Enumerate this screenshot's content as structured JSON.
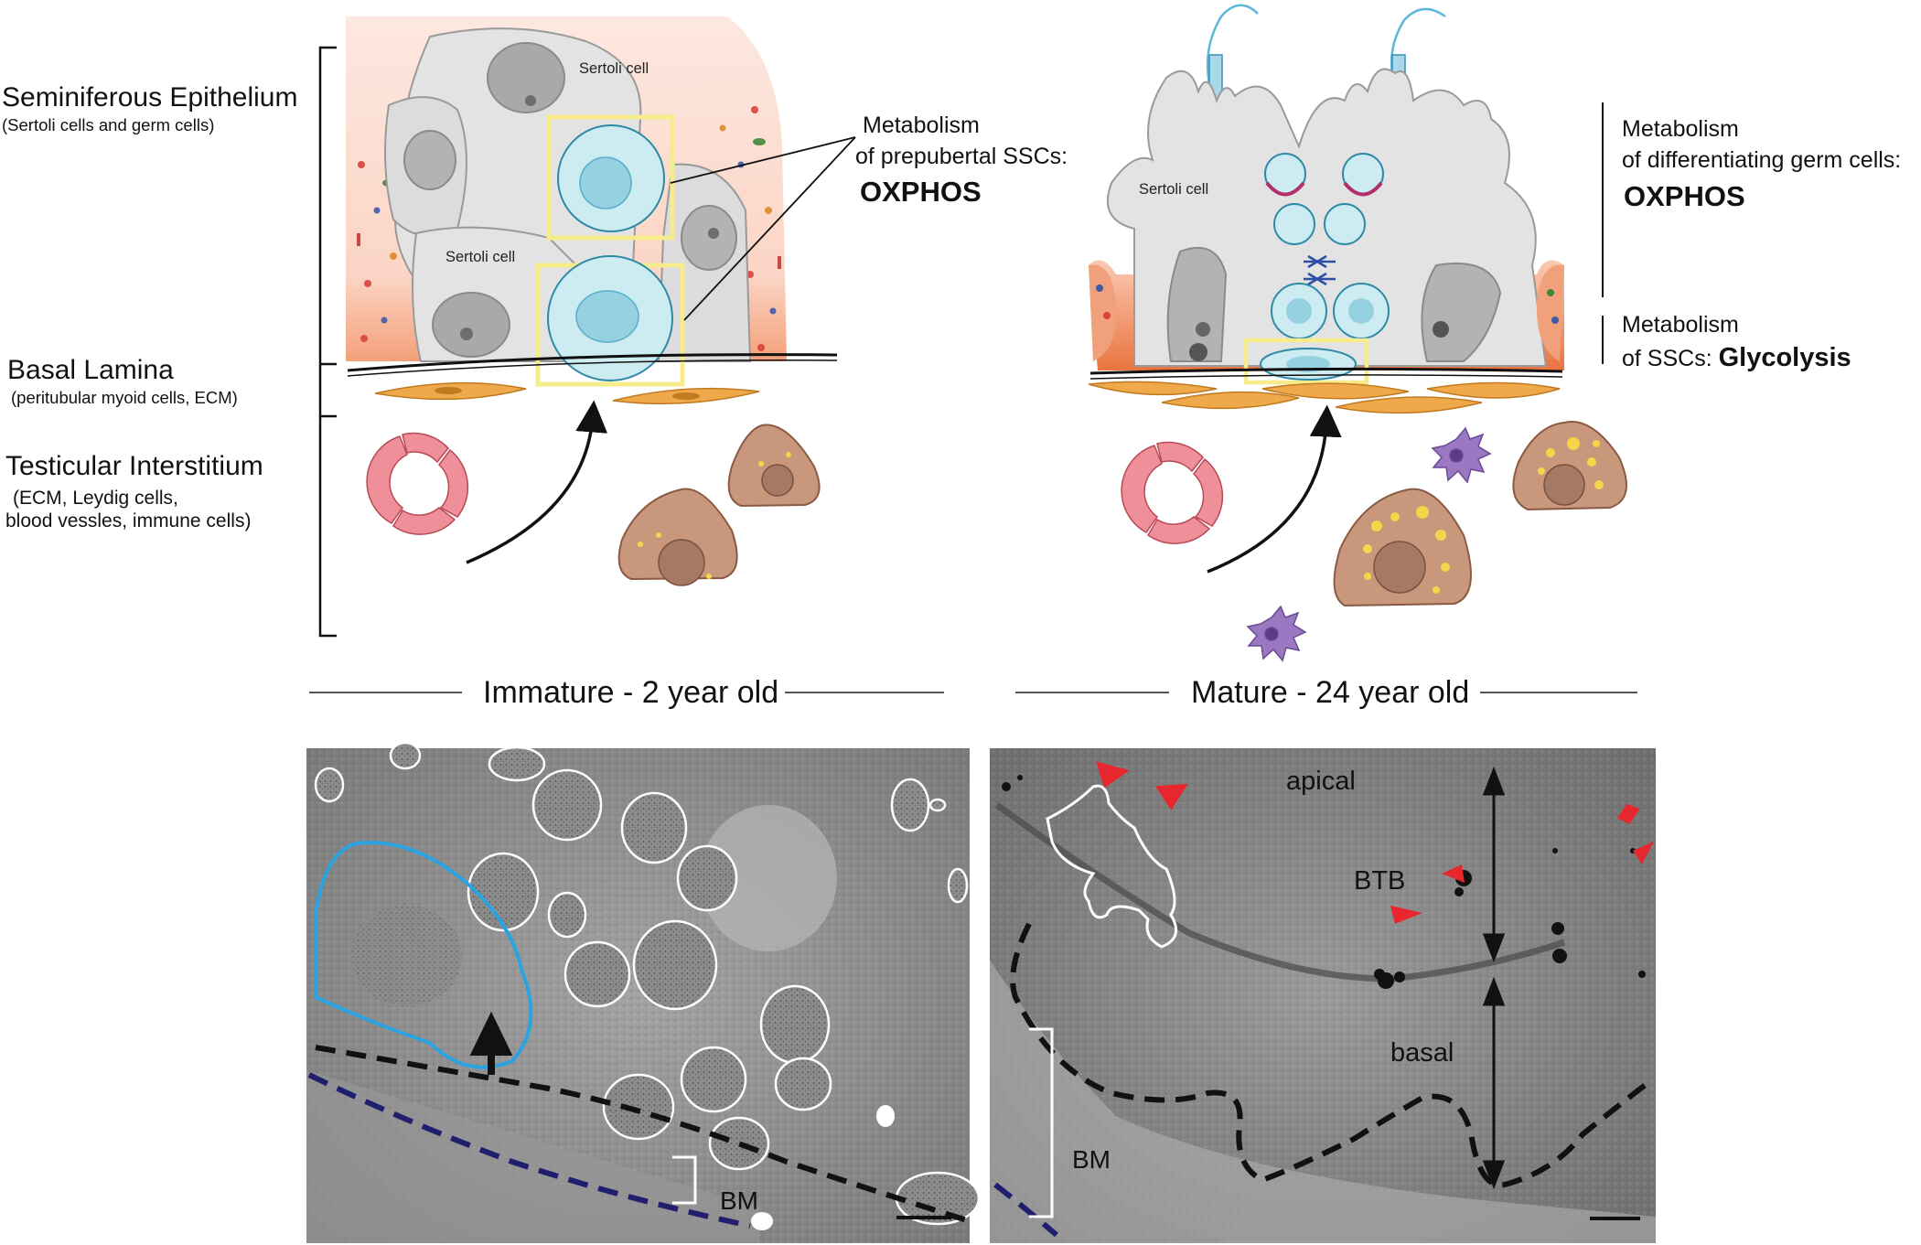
{
  "left_labels": {
    "epithelium_title": "Seminiferous Epithelium",
    "epithelium_sub": "(Sertoli cells and germ cells)",
    "lamina_title": "Basal Lamina",
    "lamina_sub": "(peritubular myoid cells, ECM)",
    "interstitium_title": "Testicular Interstitium",
    "interstitium_sub_1": "(ECM, Leydig cells,",
    "interstitium_sub_2": "blood vessles,  immune cells)"
  },
  "immature": {
    "sertoli_label_1": "Sertoli cell",
    "sertoli_label_2": "Sertoli cell",
    "metabolism_line1": "Metabolism",
    "metabolism_line2": "of prepubertal SSCs:",
    "metabolism_value": "OXPHOS",
    "caption": "Immature - 2 year old"
  },
  "mature": {
    "sertoli_label": "Sertoli cell",
    "diff_line1": "Metabolism",
    "diff_line2": "of differentiating germ cells:",
    "diff_value": "OXPHOS",
    "ssc_line1": "Metabolism",
    "ssc_line2": "of SSCs: ",
    "ssc_value": "Glycolysis",
    "caption": "Mature - 24 year old"
  },
  "micrographs": {
    "left_bm_label": "BM",
    "right_bm_label": "BM",
    "apical_label": "apical",
    "btb_label": "BTB",
    "basal_label": "basal"
  },
  "colors": {
    "sertoli_fill": "#e3e3e4",
    "germ_cell_fill": "#bfe6ee",
    "highlight_box": "#f7ec8c",
    "epithelium_tint": "#f8d2c2",
    "myoid_cell": "#f0a94a",
    "vessel": "#ee8f99",
    "leydig_cell": "#c9977b",
    "immune_cell": "#9a78c2",
    "outline_blue": "#2aa4e0",
    "outline_navy": "#1f1f6e",
    "arrowhead_red": "#e8262d"
  }
}
